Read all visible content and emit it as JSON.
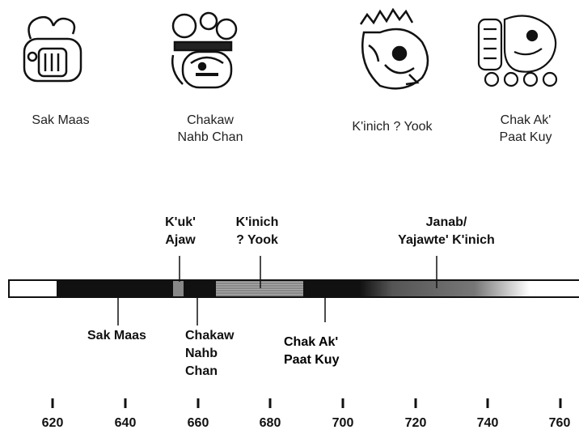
{
  "glyphs": [
    {
      "name": "Sak Maas",
      "icon": "maya-glyph-sak-maas"
    },
    {
      "name": "Chakaw\nNahb Chan",
      "icon": "maya-glyph-chakaw-nahb-chan"
    },
    {
      "name": "K'inich ? Yook",
      "icon": "maya-glyph-kinich-yook"
    },
    {
      "name": "Chak Ak'\nPaat Kuy",
      "icon": "maya-glyph-chak-ak-paat-kuy"
    }
  ],
  "timeline": {
    "axis_ticks": [
      "620",
      "640",
      "660",
      "680",
      "700",
      "720",
      "740",
      "760"
    ],
    "labels_above": [
      {
        "text": "K'uk'\nAjaw"
      },
      {
        "text": "K'inich\n? Yook"
      },
      {
        "text": "Janab/\nYajawte' K'inich"
      }
    ],
    "labels_below": [
      {
        "text": "Sak Maas"
      },
      {
        "text": "Chakaw\nNahb\nChan"
      },
      {
        "text": "Chak Ak'\nPaat Kuy"
      }
    ]
  }
}
